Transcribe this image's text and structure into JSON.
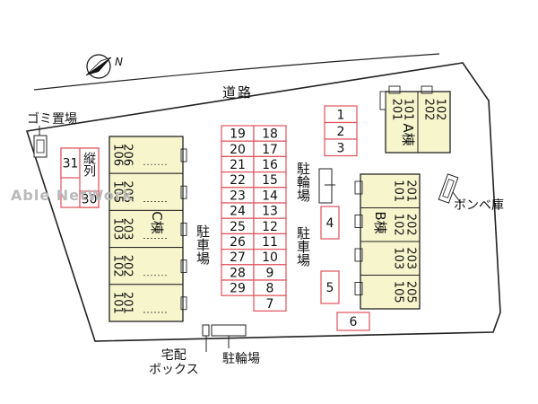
{
  "colors": {
    "building_fill": "#f7f5cc",
    "parking_stroke": "#e0525c",
    "parking_fill": "#ffffff",
    "line": "#222222",
    "watermark": "#b9b9b9"
  },
  "compass": {
    "label": "N",
    "icon": "north-arrow-icon"
  },
  "labels": {
    "road": "道路",
    "garbage": "ゴミ置場",
    "gas": "ボンベ庫",
    "delivery": "宅配\nボックス",
    "bicycle_bottom": "駐輪場",
    "bicycle_right": "駐輪場",
    "parking_center": "駐車場",
    "parking_right": "駐車場",
    "tandem": "縦列",
    "watermark": "Able NetWork"
  },
  "buildings": {
    "A": {
      "label": "A棟",
      "units_top": [
        "201",
        "202"
      ],
      "units_bottom": [
        "101",
        "102"
      ]
    },
    "B": {
      "label": "B棟",
      "units_top": [
        "201",
        "202",
        "203",
        "205"
      ],
      "units_bottom": [
        "101",
        "102",
        "103",
        "105"
      ]
    },
    "C": {
      "label": "C棟",
      "units_top": [
        "206",
        "205",
        "203",
        "202",
        "201"
      ],
      "units_bottom": [
        "106",
        "105",
        "103",
        "102",
        "101"
      ]
    }
  },
  "parking": {
    "center_pairs": [
      [
        "19",
        "18"
      ],
      [
        "20",
        "17"
      ],
      [
        "21",
        "16"
      ],
      [
        "22",
        "15"
      ],
      [
        "23",
        "14"
      ],
      [
        "24",
        "13"
      ],
      [
        "25",
        "12"
      ],
      [
        "26",
        "11"
      ],
      [
        "27",
        "10"
      ],
      [
        "28",
        "9"
      ],
      [
        "29",
        "8"
      ]
    ],
    "center_last": "7",
    "top": [
      "1",
      "2",
      "3"
    ],
    "single": [
      "4",
      "5",
      "6"
    ],
    "tandem": [
      "31",
      "30"
    ]
  }
}
